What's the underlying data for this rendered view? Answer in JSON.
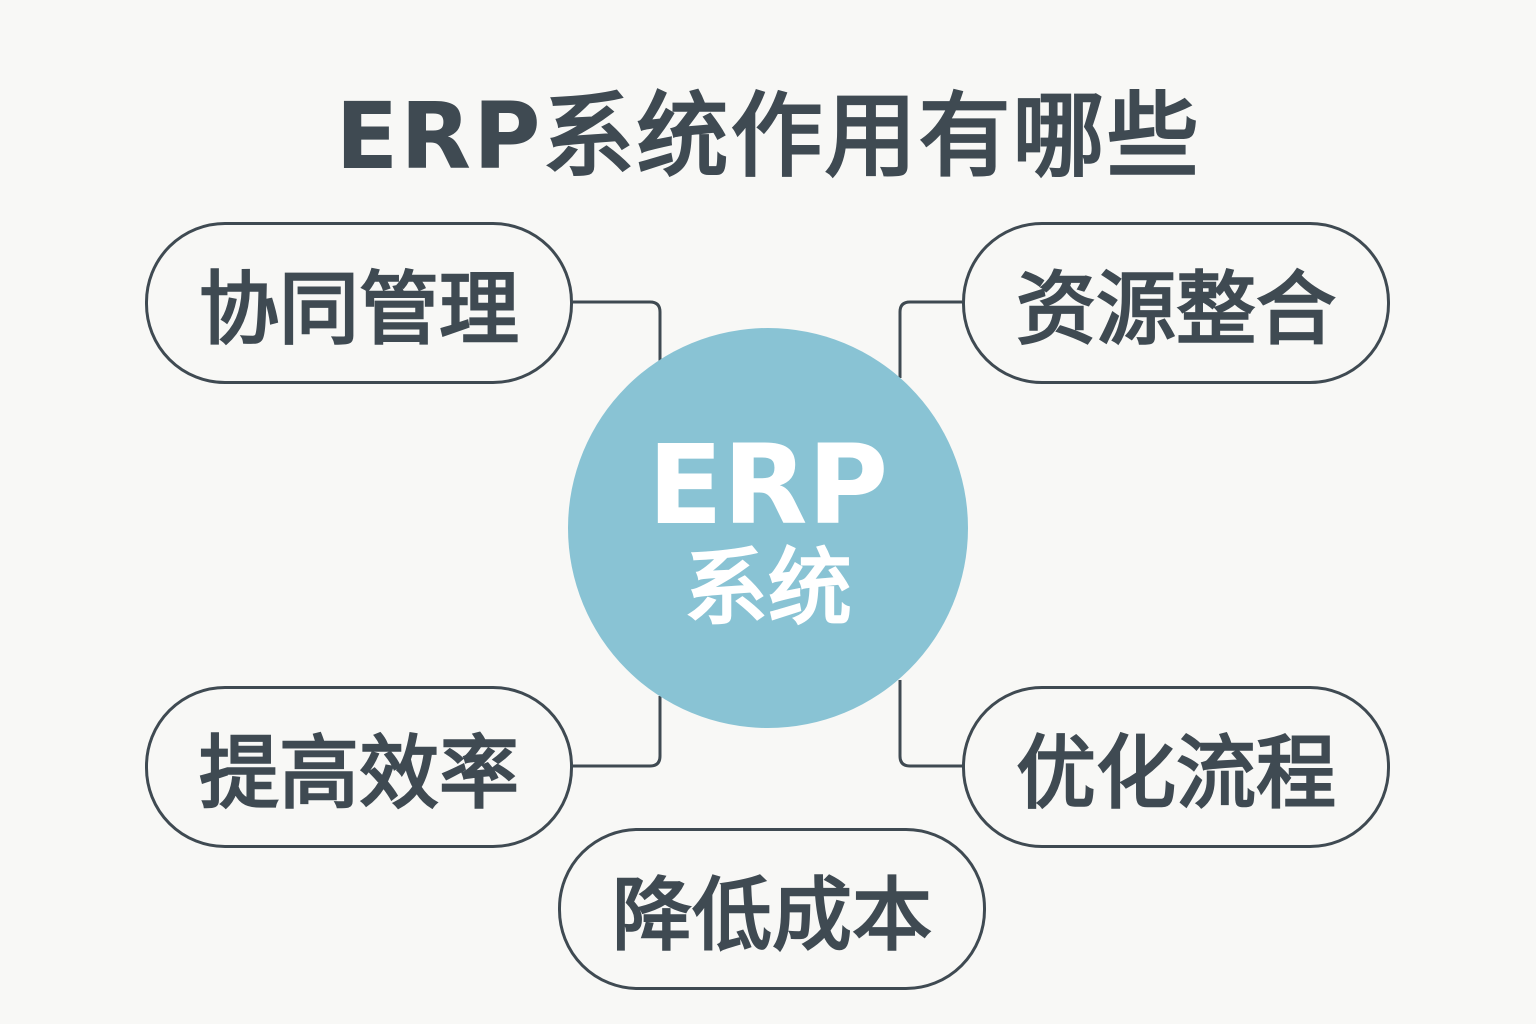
{
  "title": "ERP系统作用有哪些",
  "center": {
    "line1": "ERP",
    "line2": "系统"
  },
  "nodes": {
    "top_left": "协同管理",
    "top_right": "资源整合",
    "bottom_left": "提高效率",
    "bottom_right": "优化流程",
    "bottom_center": "降低成本"
  },
  "colors": {
    "center": "#89c3d4",
    "stroke": "#3f4a52",
    "background": "#f8f8f6"
  }
}
